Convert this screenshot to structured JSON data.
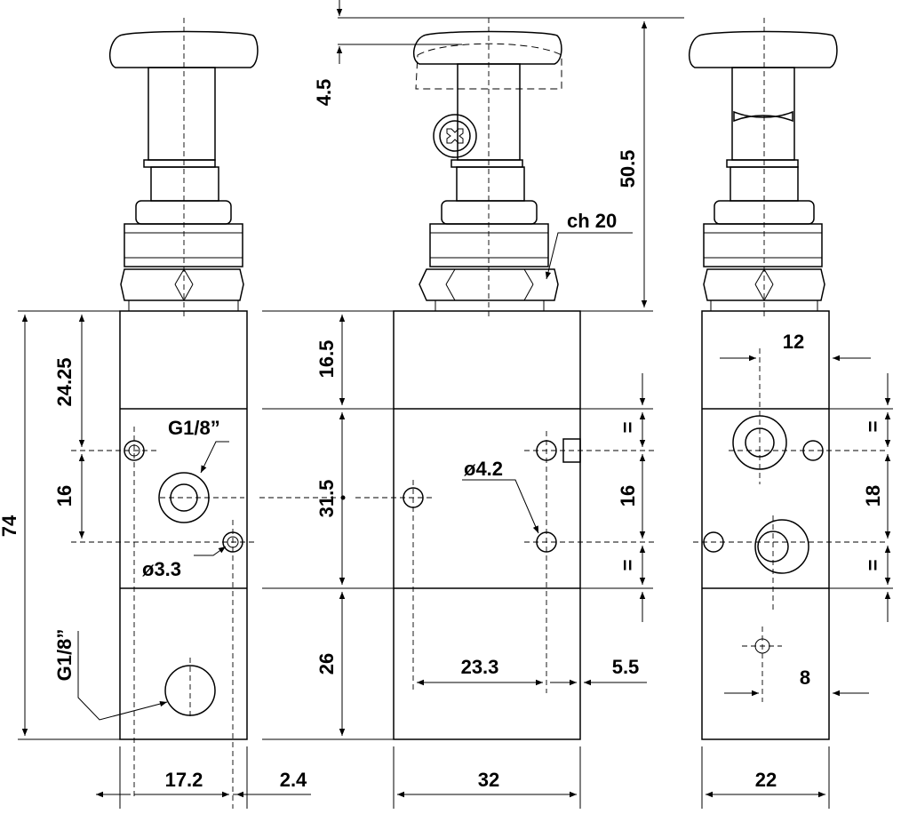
{
  "left_view": {
    "dim_top_block": "24.25",
    "dim_mount": "16",
    "dim_overall_height": "74",
    "dim_width": "17.2",
    "dim_offset": "2.4",
    "thread_upper": "G1/8”",
    "thread_lower": "G1/8”",
    "hole_dia": "ø3.3"
  },
  "front_view": {
    "dim_stroke": "4.5",
    "dim_head_height": "50.5",
    "wrench_size": "ch 20",
    "dim_top_section": "16.5",
    "dim_mid_section": "31.5",
    "dim_bottom_section": "26",
    "dim_hole_spacing": "16",
    "equal_upper": "=",
    "equal_lower": "=",
    "hole_dia": "ø4.2",
    "dim_hole_x": "23.3",
    "dim_edge": "5.5",
    "dim_width": "32"
  },
  "right_view": {
    "dim_top": "12",
    "dim_ports": "18",
    "equal_upper": "=",
    "equal_lower": "=",
    "dim_bottom": "8",
    "dim_width": "22"
  }
}
